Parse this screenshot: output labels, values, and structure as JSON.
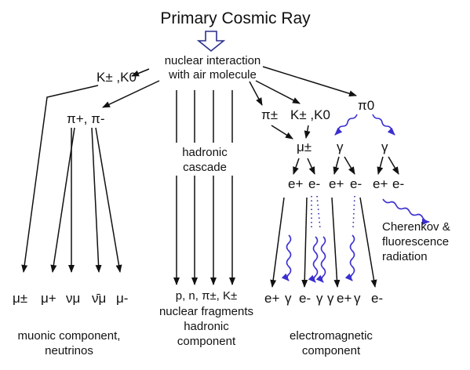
{
  "title": "Primary Cosmic Ray",
  "interaction": {
    "line1": "nuclear interaction",
    "line2": "with air molecule"
  },
  "nodes": {
    "kaons_left": "K± ,K0",
    "pions_left": "π+, π-",
    "hadronic_line1": "hadronic",
    "hadronic_line2": "cascade",
    "pion_charged": "π±",
    "kaons_mid": "K± ,K0",
    "pion_neutral": "π0",
    "muon_mid": "μ±",
    "gamma_left": "γ",
    "gamma_right": "γ",
    "pair1_pos": "e+",
    "pair1_neg": "e-",
    "pair2_pos": "e+",
    "pair2_neg": "e-",
    "pair3_pos": "e+",
    "pair3_neg": "e-"
  },
  "cherenkov": {
    "line1": "Cherenkov &",
    "line2": "fluorescence",
    "line3": "radiation"
  },
  "bottom_muonic": [
    "μ±",
    "μ+",
    "νμ",
    "ν̄μ",
    "μ-"
  ],
  "bottom_hadronic": {
    "line1": "p, n, π±, K±",
    "line2": "nuclear fragments"
  },
  "bottom_em": [
    "e+",
    "γ",
    "e-",
    "γ",
    "γ",
    "e+",
    "γ",
    "e-"
  ],
  "captions": {
    "muonic_1": "muonic component,",
    "muonic_2": "neutrinos",
    "hadronic_1": "hadronic",
    "hadronic_2": "component",
    "em_1": "electromagnetic",
    "em_2": "component"
  },
  "colors": {
    "arrow": "#111111",
    "wave": "#3a2fd0",
    "primary_arrow": "#2b2f8c"
  }
}
